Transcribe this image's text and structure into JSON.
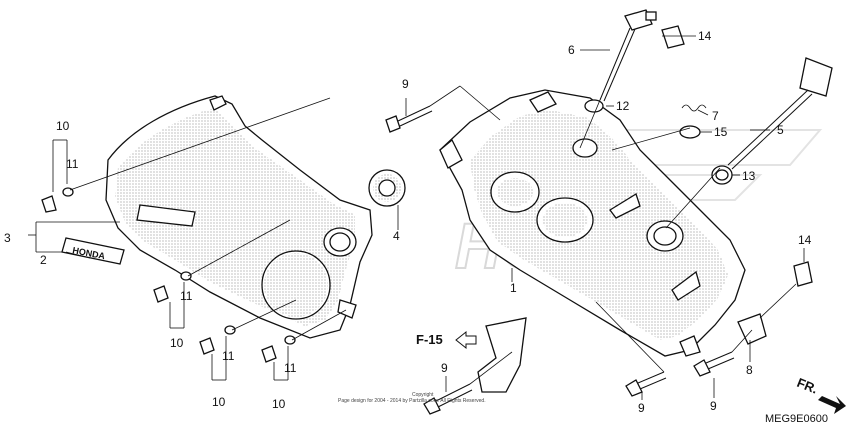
{
  "callouts": {
    "c1": "1",
    "c2": "2",
    "c3": "3",
    "c4": "4",
    "c5": "5",
    "c6": "6",
    "c7": "7",
    "c8": "8",
    "c9": "9",
    "c10": "10",
    "c11": "11",
    "c12": "12",
    "c13": "13",
    "c14": "14",
    "c15": "15"
  },
  "emblem_text": "HONDA",
  "reference": "F-15",
  "direction": "FR.",
  "diagram_code": "MEG9E0600",
  "copyright": {
    "line1": "Copyright",
    "line2": "Page design for 2004 - 2014 by Partzilla.com. All Rights Reserved."
  },
  "watermark": "HONDA",
  "colors": {
    "ink": "#111111",
    "watermark": "#d9d9d9",
    "background": "#ffffff"
  }
}
